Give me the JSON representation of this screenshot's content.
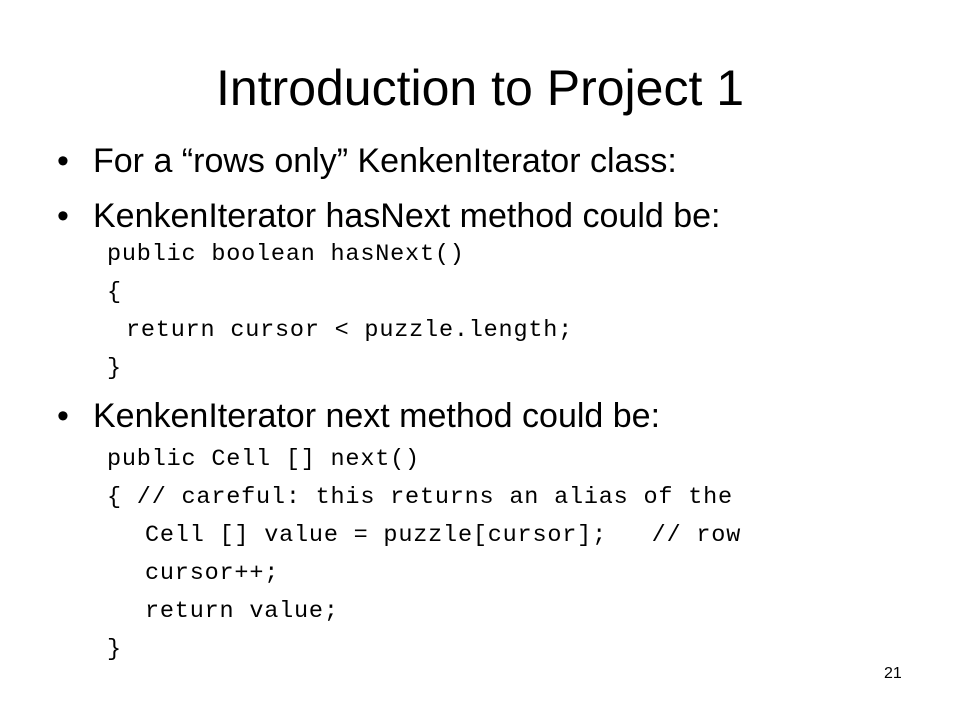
{
  "slide": {
    "title": "Introduction to Project 1",
    "bullet_symbol": "•",
    "bullets": [
      "For a “rows only” KenkenIterator class:",
      "KenkenIterator hasNext method could be:",
      "KenkenIterator next method could be:"
    ],
    "code_hasnext": [
      "public boolean hasNext()",
      "{",
      "return cursor < puzzle.length;",
      "}"
    ],
    "code_next": [
      "public Cell [] next()",
      "{ // careful: this returns an alias of the",
      "Cell [] value = puzzle[cursor];   // row",
      "cursor++;",
      "return value;",
      "}"
    ],
    "page_number": "21"
  }
}
